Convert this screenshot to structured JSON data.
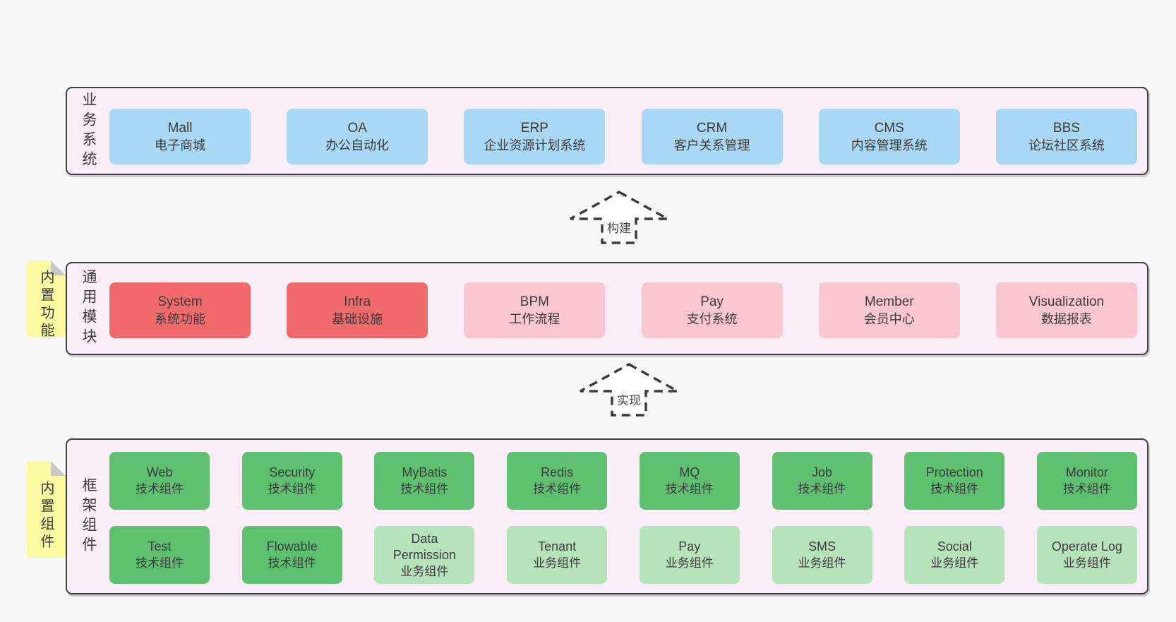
{
  "bands": [
    {
      "label": "业务系统",
      "boxes": [
        {
          "name": "Mall",
          "desc": "电子商城",
          "variant": "blue"
        },
        {
          "name": "OA",
          "desc": "办公自动化",
          "variant": "blue"
        },
        {
          "name": "ERP",
          "desc": "企业资源计划系统",
          "variant": "blue"
        },
        {
          "name": "CRM",
          "desc": "客户关系管理",
          "variant": "blue"
        },
        {
          "name": "CMS",
          "desc": "内容管理系统",
          "variant": "blue"
        },
        {
          "name": "BBS",
          "desc": "论坛社区系统",
          "variant": "blue"
        }
      ]
    },
    {
      "label": "通用模块",
      "note": "内置功能",
      "boxes": [
        {
          "name": "System",
          "desc": "系统功能",
          "variant": "red"
        },
        {
          "name": "Infra",
          "desc": "基础设施",
          "variant": "red"
        },
        {
          "name": "BPM",
          "desc": "工作流程",
          "variant": "pink"
        },
        {
          "name": "Pay",
          "desc": "支付系统",
          "variant": "pink"
        },
        {
          "name": "Member",
          "desc": "会员中心",
          "variant": "pink"
        },
        {
          "name": "Visualization",
          "desc": "数据报表",
          "variant": "pink"
        }
      ]
    },
    {
      "label": "框架组件",
      "note": "内置组件",
      "rows": [
        [
          {
            "name": "Web",
            "desc": "技术组件",
            "variant": "green"
          },
          {
            "name": "Security",
            "desc": "技术组件",
            "variant": "green"
          },
          {
            "name": "MyBatis",
            "desc": "技术组件",
            "variant": "green"
          },
          {
            "name": "Redis",
            "desc": "技术组件",
            "variant": "green"
          },
          {
            "name": "MQ",
            "desc": "技术组件",
            "variant": "green"
          },
          {
            "name": "Job",
            "desc": "技术组件",
            "variant": "green"
          },
          {
            "name": "Protection",
            "desc": "技术组件",
            "variant": "green"
          },
          {
            "name": "Monitor",
            "desc": "技术组件",
            "variant": "green"
          }
        ],
        [
          {
            "name": "Test",
            "desc": "技术组件",
            "variant": "green"
          },
          {
            "name": "Flowable",
            "desc": "技术组件",
            "variant": "green"
          },
          {
            "name": "Data Permission",
            "desc": "业务组件",
            "variant": "green-light"
          },
          {
            "name": "Tenant",
            "desc": "业务组件",
            "variant": "green-light"
          },
          {
            "name": "Pay",
            "desc": "业务组件",
            "variant": "green-light"
          },
          {
            "name": "SMS",
            "desc": "业务组件",
            "variant": "green-light"
          },
          {
            "name": "Social",
            "desc": "业务组件",
            "variant": "green-light"
          },
          {
            "name": "Operate Log",
            "desc": "业务组件",
            "variant": "green-light"
          }
        ]
      ]
    }
  ],
  "arrows": [
    {
      "label": "构建"
    },
    {
      "label": "实现"
    }
  ],
  "colors": {
    "background": "#f7f7f7",
    "band_fill": "#f9eef8",
    "band_border": "#3f3f3f",
    "blue": "#a9d8f4",
    "red": "#f16b6b",
    "pink": "#fbc6cf",
    "green": "#5fc070",
    "green_light": "#b7e3bb",
    "note_yellow": "#fcf9a3",
    "fold_gray": "#c7c7c7",
    "text": "#3b3b3b",
    "arrow": "#3a3a3a"
  }
}
